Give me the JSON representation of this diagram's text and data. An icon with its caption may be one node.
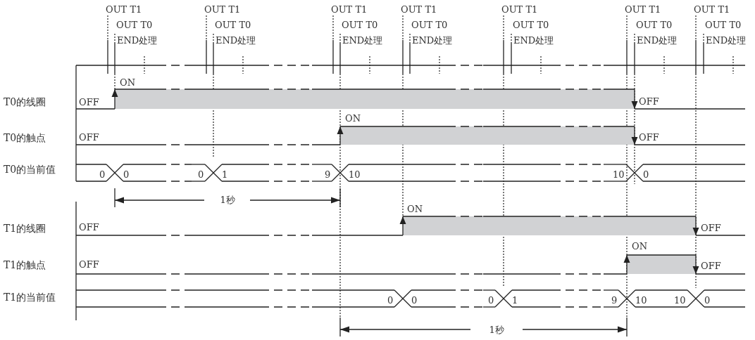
{
  "diagram": {
    "labels": [
      "OUT T1",
      "OUT T1",
      "OUT T1",
      "OUT T1",
      "OUT T1",
      "OUT T1",
      "OUT T1",
      "OUT T0",
      "OUT T0",
      "OUT T0",
      "OUT T0",
      "OUT T0",
      "OUT T0",
      "OUT T0",
      "END处理",
      "END处理",
      "END处理",
      "END处理",
      "END处理",
      "END处理",
      "END处理",
      "ON",
      "T0的线圈",
      "OFF",
      "OFF",
      "ON",
      "T0的触点",
      "OFF",
      "OFF",
      "T0的当前值",
      "0",
      "0",
      "0",
      "1",
      "9",
      "10",
      "10",
      "0",
      "1秒",
      "ON",
      "T1的线圈",
      "OFF",
      "OFF",
      "ON",
      "T1的触点",
      "OFF",
      "OFF",
      "T1的当前值",
      "0",
      "0",
      "0",
      "1",
      "9",
      "10",
      "10",
      "0",
      "1秒"
    ]
  }
}
